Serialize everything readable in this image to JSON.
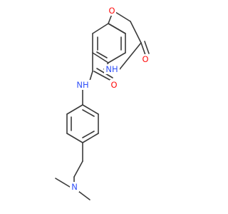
{
  "molecule": {
    "atom_labels": {
      "ring_oxygen": "O",
      "carbonyl_oxygen_lactam": "O",
      "lactam_nh": "NH",
      "amide_nh": "NH",
      "amide_carbonyl_oxygen": "O",
      "dimethylamino_n": "N"
    },
    "colors": {
      "bond": "#3a3a3a",
      "oxygen": "#ff0d0d",
      "nitrogen": "#3050f8",
      "background": "#ffffff"
    }
  }
}
